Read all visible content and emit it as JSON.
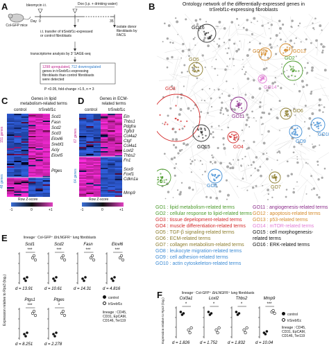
{
  "panel_labels": {
    "A": "A",
    "B": "B",
    "C": "C",
    "D": "D",
    "E": "E",
    "F": "F"
  },
  "panel_a": {
    "mouse": "Col-GFP mice",
    "bleomycin": "bleomycin i.t.",
    "day_label": "Day",
    "day0": "0",
    "day7": "7",
    "day35": "35",
    "dox": "Dox (i.p. + drinking water)",
    "transfer": "i.t. transfer of trSrebf1c-expressed\nor control fibroblasts",
    "isolate": "isolate donor\nfibroblasts by\nFACS",
    "analysis": "transcriptome analysis by 3' SAGE-seq",
    "up": "1298 upregulated",
    "down": "712 downregulated",
    "result": "genes in trSrebf1c-expressing\nfibroblasts than control fibroblasts\nwere detected",
    "stats": "P <0.05, fold-change >1.5, n = 3"
  },
  "panel_b": {
    "title": "Ontology network of the differentially-expressed genes in\ntrSrebf1c-expressing fibroblasts",
    "clusters": [
      "GO1",
      "GO2",
      "GO3",
      "GO4",
      "GO5",
      "GO6",
      "GO7",
      "GO8",
      "GO9",
      "GO10",
      "GO11",
      "GO12",
      "GO13",
      "GO14",
      "GO15",
      "GO16"
    ],
    "legend_left": [
      {
        "text": "GO1 : lipid metabolism-related terms",
        "color": "#4a9a2a"
      },
      {
        "text": "GO2 : cellular response to lipid-related terms",
        "color": "#4a9a2a"
      },
      {
        "text": "GO3 : tissue depelopment-related terms",
        "color": "#d42a2a"
      },
      {
        "text": "GO4 : muscle differentiation-related terms",
        "color": "#d42a2a"
      },
      {
        "text": "GO5 : TGF-β signaling-related terms",
        "color": "#8a7a2a"
      },
      {
        "text": "GO6 : ECM-related terms",
        "color": "#8a7a2a"
      },
      {
        "text": "GO7 : collagen metabolism-related terms",
        "color": "#8a7a2a"
      },
      {
        "text": "GO8 : leukocyte migration-related terms",
        "color": "#3a8ad4"
      },
      {
        "text": "GO9 : cell adhesion-related terms",
        "color": "#3a8ad4"
      },
      {
        "text": "GO10 : actin cytoskeleton-related terms",
        "color": "#3a8ad4"
      }
    ],
    "legend_right": [
      {
        "text": "GO11 : angiogenesis-related terms",
        "color": "#8a2a8a"
      },
      {
        "text": "GO12 : apoptosis-related terms",
        "color": "#d48a2a"
      },
      {
        "text": "GO13 : p53-related terms",
        "color": "#d48a2a"
      },
      {
        "text": "GO14 : mTOR-related terms",
        "color": "#e07ad4"
      },
      {
        "text": "GO15 : cell morphogenesis-\nrelated terms",
        "color": "#111111"
      },
      {
        "text": "GO16 : ERK-related terms",
        "color": "#111111"
      }
    ]
  },
  "panel_c": {
    "title": "Genes in lipid\nmetabolism-related terms",
    "col_control": "control",
    "col_treat": "trSrebf1c",
    "up_count": "151 genes",
    "down_count": "48 genes",
    "genes_top": [
      "Scd1",
      "Fasn",
      "Scd2",
      "Scd3",
      "Elovl6",
      "Srebf1",
      "Acly",
      "Elovl5"
    ],
    "gene_mid": "Ptges",
    "zscore_label": "Row Z-score",
    "ticks": [
      "-1",
      "0",
      "+1"
    ]
  },
  "panel_d": {
    "title": "Genes in ECM-\nrelated terms",
    "col_control": "control",
    "col_treat": "trSrebf1c",
    "up_count": "67 genes",
    "down_count": "64 genes",
    "genes_top": [
      "Eln",
      "Thbs1",
      "Pdgfra",
      "Tgfb3",
      "Col4a2",
      "Ctgf",
      "Col4a1",
      "Loxl2",
      "Thbs2",
      "Fn1"
    ],
    "genes_bottom": [
      "Sox9",
      "Foxf1",
      "Cdkn1a"
    ],
    "gene_last": "Mmp9",
    "zscore_label": "Row Z-score",
    "ticks": [
      "-1",
      "0",
      "+1"
    ]
  },
  "panel_e": {
    "header": "lineage⁻ Col-GFP⁺ ΔhLNGFR⁺ lung fibroblasts",
    "ylabel": "Expression relative to Rps3 (log₂)",
    "legend_control": "control",
    "legend_treat": "trSrebf1c",
    "lineage_note": "lineage : CD45,\nCD31, EpCAM,\nCD146, Ter119",
    "plots": [
      {
        "gene": "Scd1",
        "sig": "***",
        "d": "d = 13.91"
      },
      {
        "gene": "Scd2",
        "sig": "***",
        "d": "d = 10.61"
      },
      {
        "gene": "Fasn",
        "sig": "***",
        "d": "d = 14.31"
      },
      {
        "gene": "Elovl6",
        "sig": "***",
        "d": "d = 4.816"
      },
      {
        "gene": "Ptgs1",
        "sig": "***",
        "d": "d = 8.251"
      },
      {
        "gene": "Ptges",
        "sig": "*",
        "d": "d = 2.278"
      }
    ]
  },
  "panel_f": {
    "header": "lineage⁻ Col-GFP⁺ ΔhLNGFR⁺ lung fibroblasts",
    "ylabel": "Expression relative to Rps3 (log₂)",
    "legend_control": "control",
    "legend_treat": "trSrebf1c",
    "lineage_note": "lineage : CD45,\nCD31, EpCAM,\nCD146, Ter119",
    "plots": [
      {
        "gene": "Col3a1",
        "sig": "*",
        "d": "d = 1.826"
      },
      {
        "gene": "Loxl2",
        "sig": "*",
        "d": "d = 1.752"
      },
      {
        "gene": "Thbs2",
        "sig": "*",
        "d": "d = 1.832"
      },
      {
        "gene": "Mmp9",
        "sig": "***",
        "d": "d = 10.04"
      }
    ]
  }
}
